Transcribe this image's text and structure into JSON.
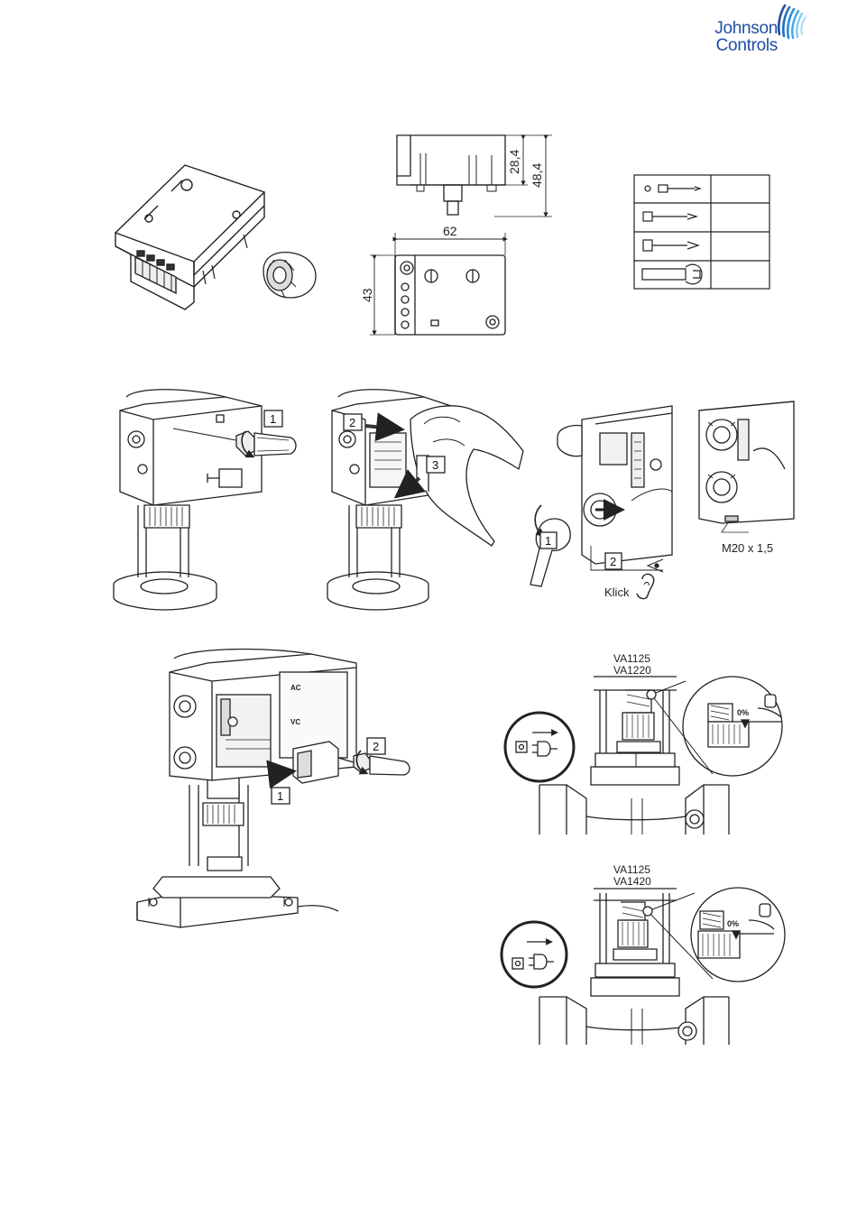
{
  "brand": {
    "line1": "Johnson",
    "line2": "Controls",
    "color": "#1e4fa3"
  },
  "dimensions": {
    "height_small": "28,4",
    "height_total": "48,4",
    "width": "62",
    "depth": "43"
  },
  "steps": {
    "s1": "1",
    "s2": "2",
    "s3": "3"
  },
  "install": {
    "klick": "Klick",
    "thread": "M20 x 1,5"
  },
  "switch_labels": {
    "ac": "AC",
    "vc": "VC"
  },
  "valve_top": {
    "model1": "VA1125",
    "model2": "VA1220",
    "percent": "0%"
  },
  "valve_bottom": {
    "model1": "VA1125",
    "model2": "VA1420",
    "percent": "0%"
  },
  "tools": {
    "items": [
      "screwdriver-small-icon",
      "screwdriver-medium-icon",
      "screwdriver-large-icon",
      "wrench-icon"
    ]
  }
}
